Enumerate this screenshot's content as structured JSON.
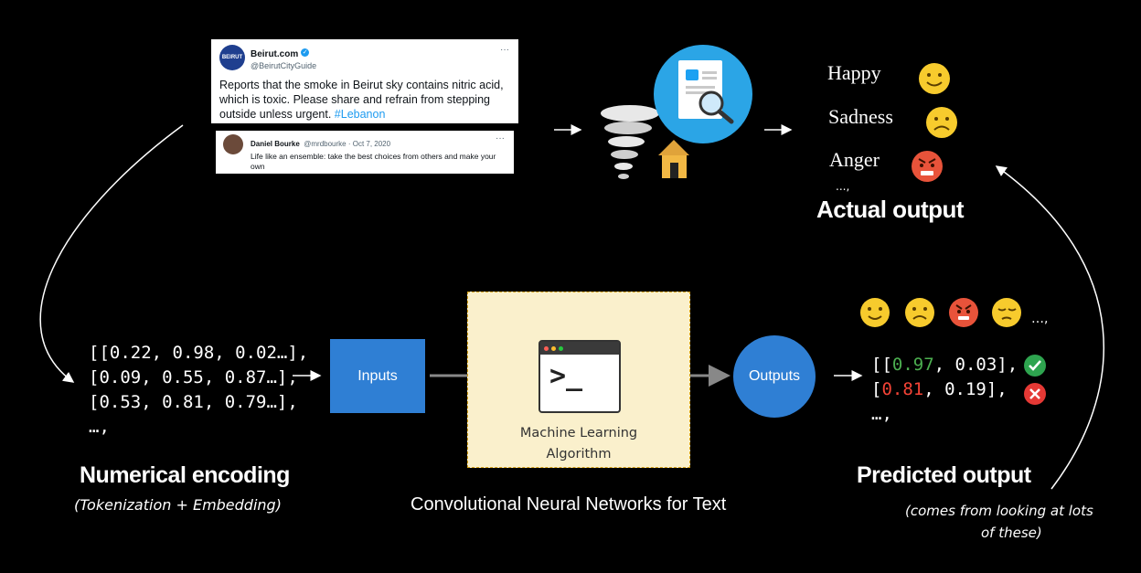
{
  "tweet1": {
    "logo_text": "BEIRUT",
    "name": "Beirut.com",
    "handle": "@BeirutCityGuide",
    "more": "···",
    "text": "Reports that the smoke in Beirut sky contains nitric acid, which is toxic. Please share and refrain from stepping outside unless urgent.",
    "hashtag": "#Lebanon"
  },
  "tweet2": {
    "name": "Daniel Bourke",
    "meta": "@mrdbourke · Oct 7, 2020",
    "more": "···",
    "text": "Life like an ensemble: take the best choices from others and make your own"
  },
  "actual": {
    "labels": [
      "Happy",
      "Sadness",
      "Anger"
    ],
    "ellipsis": "...,",
    "title": "Actual output"
  },
  "encoding": {
    "rows": [
      "[[0.22, 0.98, 0.02…],",
      "[0.09, 0.55, 0.87…],",
      "[0.53, 0.81, 0.79…],",
      "…,"
    ],
    "title": "Numerical encoding",
    "subtitle": "(Tokenization + Embedding)"
  },
  "inputs_label": "Inputs",
  "ml": {
    "prompt": ">_",
    "line1": "Machine Learning",
    "line2": "Algorithm"
  },
  "outputs_label": "Outputs",
  "predicted": {
    "emoji_ellipsis": "…,",
    "row1": {
      "open": "[[",
      "v1": "0.97",
      "rest": ", 0.03],",
      "v1_color": "#4caf50"
    },
    "row2": {
      "open": "[",
      "v1": "0.81",
      "rest": ", 0.19],",
      "v1_color": "#f44336"
    },
    "row3": "…,",
    "title": "Predicted output",
    "note_line1": "(comes from looking at lots",
    "note_line2": "of these)"
  },
  "caption": "Convolutional Neural Networks for Text",
  "colors": {
    "blue": "#2f7fd4",
    "check": "#2ea44f",
    "cross": "#e53935",
    "ml_bg": "#faf0cc"
  }
}
